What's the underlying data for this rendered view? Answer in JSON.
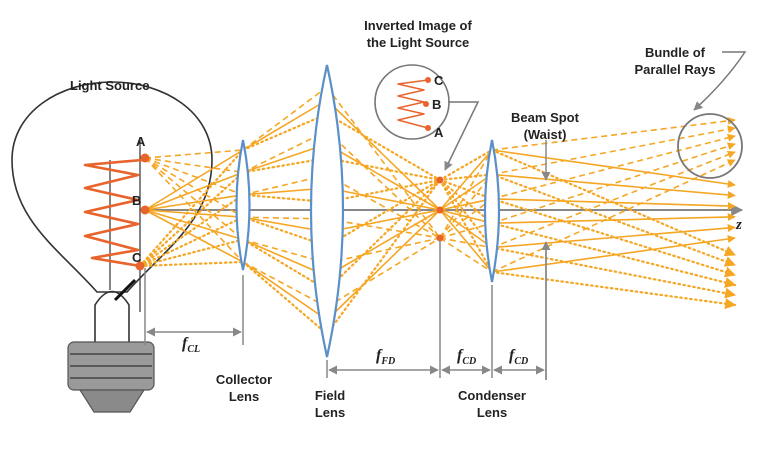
{
  "labels": {
    "light_source": "Light Source",
    "inverted_image_line1": "Inverted Image of",
    "inverted_image_line2": "the Light Source",
    "bundle_line1": "Bundle of",
    "bundle_line2": "Parallel Rays",
    "beam_spot_line1": "Beam Spot",
    "beam_spot_line2": "(Waist)",
    "collector_line1": "Collector",
    "collector_line2": "Lens",
    "field_line1": "Field",
    "field_line2": "Lens",
    "condenser_line1": "Condenser",
    "condenser_line2": "Lens",
    "axis": "z"
  },
  "points": {
    "a": "A",
    "b": "B",
    "c": "C",
    "image_c": "C",
    "image_b": "B",
    "image_a": "A"
  },
  "focal_lengths": {
    "f": "f",
    "cl": "CL",
    "fd": "FD",
    "cd1": "CD",
    "cd2": "CD"
  },
  "colors": {
    "ray": "#f5a623",
    "filament": "#e8642c",
    "lens": "#5b8fc9",
    "lens_fill": "#ffffff",
    "dimension": "#888888",
    "outline": "#333333"
  }
}
